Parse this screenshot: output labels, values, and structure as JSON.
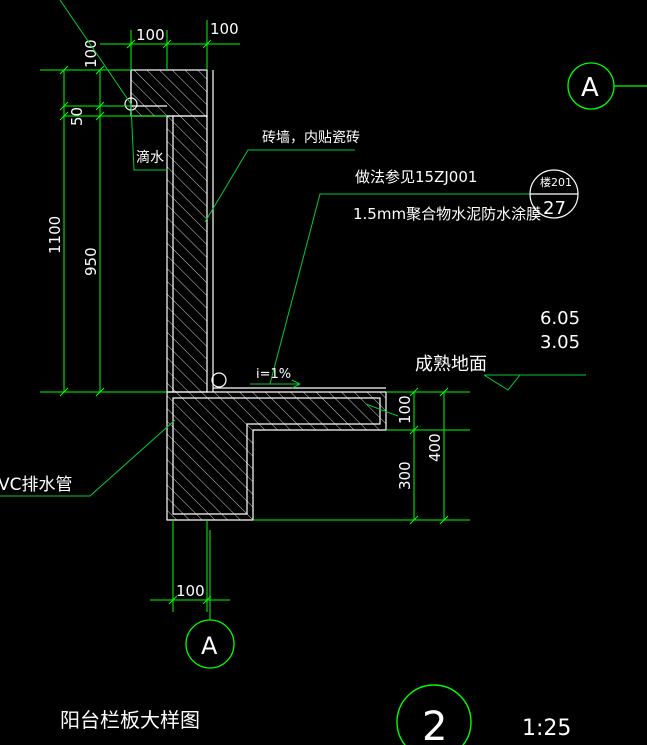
{
  "colors": {
    "background": "#000000",
    "outline": "#ffffff",
    "dimension": "#00ff00",
    "leader": "#00cc33",
    "axis_bubble": "#00ff00",
    "text": "#ffffff"
  },
  "dimensions": {
    "top_left_width": "100",
    "top_right_width": "100",
    "top_height": "100",
    "drip_height": "50",
    "total_height": "1100",
    "wall_height": "950",
    "slab_thickness": "100",
    "step_height": "300",
    "slab_total_depth": "400",
    "bottom_width": "100"
  },
  "labels": {
    "drip": "滴水",
    "brick_wall": "砖墙，内贴瓷砖",
    "method_ref": "做法参见15ZJ001",
    "waterproof": "1.5mm聚合物水泥防水涂膜",
    "slope": "i=1%",
    "finished_ground": "成熟地面",
    "pvc_pipe": "VC排水管",
    "elevation_1": "6.05",
    "elevation_2": "3.05",
    "title": "阳台栏板大样图",
    "scale": "1:25"
  },
  "axes": {
    "top_right": "A",
    "bottom": "A"
  },
  "detail_index": {
    "ref": "楼201",
    "number": "27"
  },
  "title_bubble": {
    "number": "2"
  }
}
